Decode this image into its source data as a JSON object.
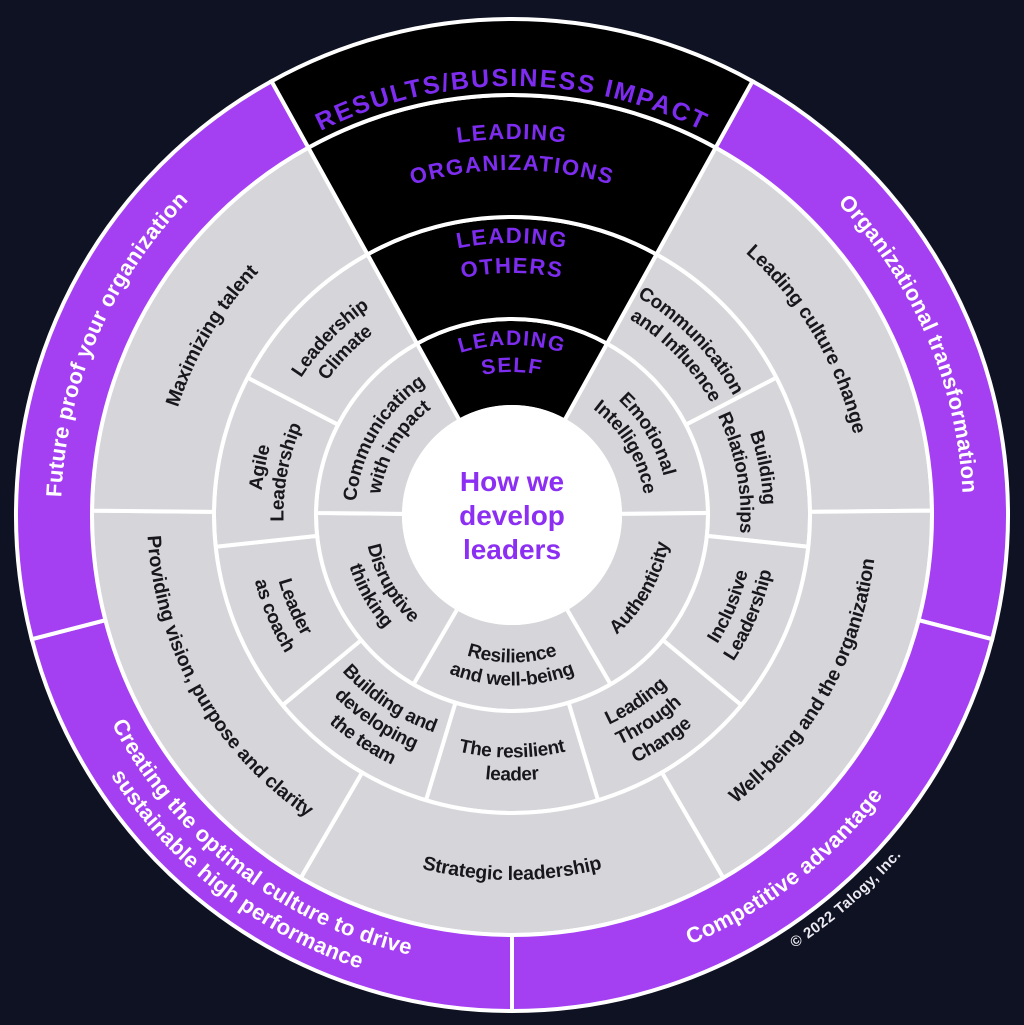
{
  "title": "How we develop leaders",
  "center": {
    "title_lines": [
      "How we",
      "develop",
      "leaders"
    ]
  },
  "copyright": {
    "text": "© 2022 Talogy, Inc."
  },
  "colors": {
    "background": "#0f1222",
    "segment_gray": "#d6d5d9",
    "divider_white": "#ffffff",
    "wedge_black": "#000000",
    "ring_purple": "#a440f2",
    "wedge_text_purple": "#7e2df0",
    "center_title_purple": "#8c2ff2",
    "segment_text_dark": "#17171c",
    "outer_text_white": "#ffffff",
    "copyright_text": "#eceaf2"
  },
  "rings": [
    {
      "id": "leading-self",
      "wedge_label": "LEADING SELF",
      "wedge_label_lines": [
        "LEADING",
        "SELF"
      ],
      "segments": [
        {
          "label": "Emotional Intelligence",
          "lines": [
            "Emotional",
            "Intelligence"
          ]
        },
        {
          "label": "Authenticity",
          "lines": [
            "Authenticity"
          ]
        },
        {
          "label": "Resilience and well-being",
          "lines": [
            "Resilience",
            "and well-being"
          ]
        },
        {
          "label": "Disruptive thinking",
          "lines": [
            "Disruptive",
            "thinking"
          ]
        },
        {
          "label": "Communicating with impact",
          "lines": [
            "Communicating",
            "with impact"
          ]
        }
      ]
    },
    {
      "id": "leading-others",
      "wedge_label": "LEADING OTHERS",
      "wedge_label_lines": [
        "LEADING",
        "OTHERS"
      ],
      "segments": [
        {
          "label": "Communication and Influence",
          "lines": [
            "Communication",
            "and Influence"
          ]
        },
        {
          "label": "Building Relationships",
          "lines": [
            "Building",
            "Relationships"
          ]
        },
        {
          "label": "Inclusive Leadership",
          "lines": [
            "Inclusive",
            "Leadership"
          ]
        },
        {
          "label": "Leading Through Change",
          "lines": [
            "Leading",
            "Through",
            "Change"
          ]
        },
        {
          "label": "The resilient leader",
          "lines": [
            "The resilient",
            "leader"
          ]
        },
        {
          "label": "Building and developing the team",
          "lines": [
            "Building and",
            "developing",
            "the team"
          ]
        },
        {
          "label": "Leader as coach",
          "lines": [
            "Leader",
            "as coach"
          ]
        },
        {
          "label": "Agile Leadership",
          "lines": [
            "Agile",
            "Leadership"
          ]
        },
        {
          "label": "Leadership Climate",
          "lines": [
            "Leadership",
            "Climate"
          ]
        }
      ]
    },
    {
      "id": "leading-organizations",
      "wedge_label": "LEADING ORGANIZATIONS",
      "wedge_label_lines": [
        "LEADING",
        "ORGANIZATIONS"
      ],
      "segments": [
        {
          "label": "Leading culture change",
          "lines": [
            "Leading culture change"
          ]
        },
        {
          "label": "Well-being and the organization",
          "lines": [
            "Well-being and the organization"
          ]
        },
        {
          "label": "Strategic leadership",
          "lines": [
            "Strategic leadership"
          ]
        },
        {
          "label": "Providing vision, purpose and clarity",
          "lines": [
            "Providing vision, purpose and clarity"
          ]
        },
        {
          "label": "Maximizing talent",
          "lines": [
            "Maximizing talent"
          ]
        }
      ]
    },
    {
      "id": "results-business-impact",
      "style": "purple",
      "wedge_label": "RESULTS/BUSINESS IMPACT",
      "wedge_label_lines": [
        "RESULTS/BUSINESS IMPACT"
      ],
      "segments": [
        {
          "label": "Organizational transformation",
          "lines": [
            "Organizational transformation"
          ]
        },
        {
          "label": "Competitive advantage",
          "lines": [
            "Competitive advantage"
          ]
        },
        {
          "label": "Creating the optimal culture to drive sustainable high performance",
          "lines": [
            "Creating the optimal culture to drive",
            "sustainable high performance"
          ]
        },
        {
          "label": "Future proof your organization",
          "lines": [
            "Future proof your organization"
          ]
        }
      ]
    }
  ]
}
